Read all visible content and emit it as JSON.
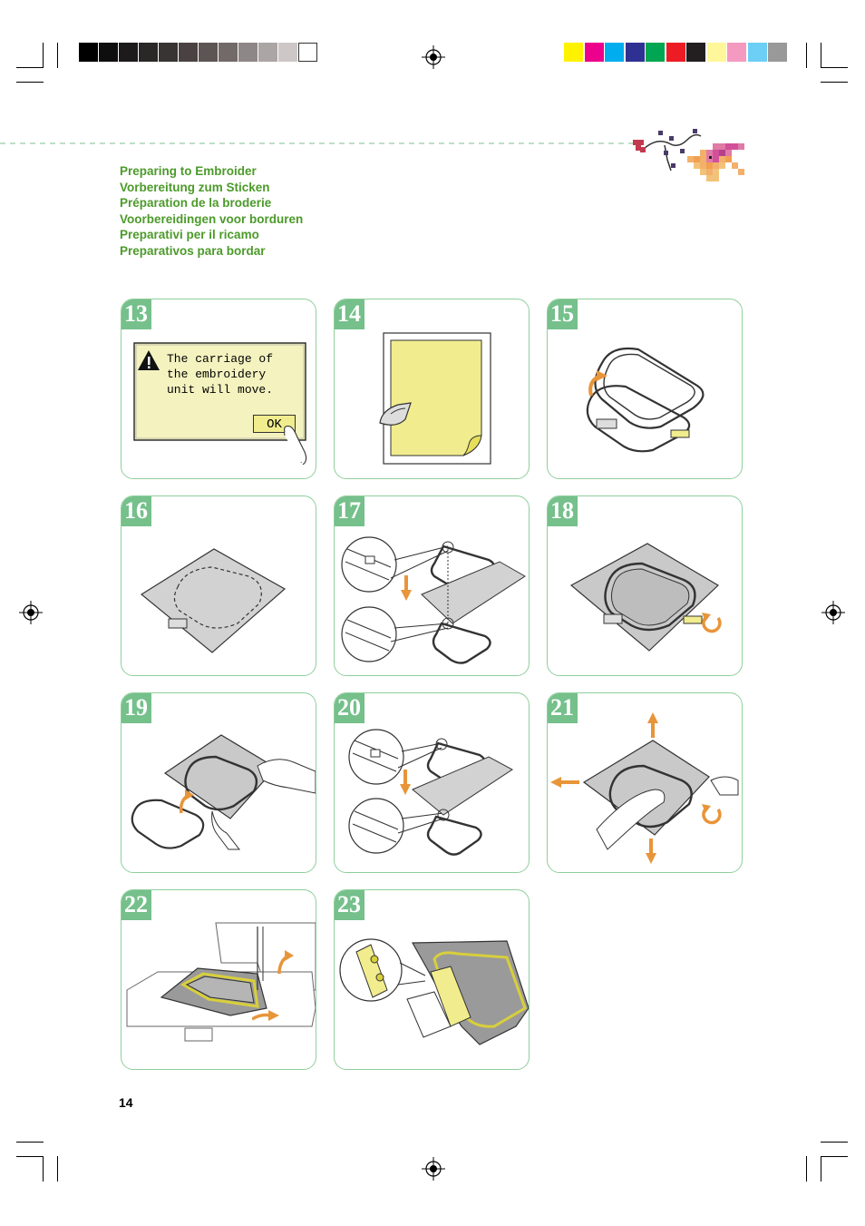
{
  "header": {
    "titles": [
      "Preparing to Embroider",
      "Vorbereitung zum Sticken",
      "Préparation de la broderie",
      "Voorbereidingen voor borduren",
      "Preparativi per il ricamo",
      "Preparativos para bordar"
    ],
    "gray_swatches": [
      "#000000",
      "#0e0e0e",
      "#1c1a1a",
      "#2a2727",
      "#393434",
      "#4a4242",
      "#5d5454",
      "#726969",
      "#8e8787",
      "#aba5a5",
      "#cdc7c7",
      "#ffffff"
    ],
    "color_swatches": [
      "#fff200",
      "#ec008c",
      "#00aeef",
      "#2e3192",
      "#00a651",
      "#ed1c24",
      "#231f20",
      "#fff799",
      "#f49ac1",
      "#6dcff6",
      "#999999"
    ]
  },
  "steps": [
    {
      "number": "13",
      "lcd": {
        "message": "The carriage of\nthe embroidery\nunit will move.",
        "button": "OK"
      }
    },
    {
      "number": "14"
    },
    {
      "number": "15"
    },
    {
      "number": "16"
    },
    {
      "number": "17"
    },
    {
      "number": "18"
    },
    {
      "number": "19"
    },
    {
      "number": "20"
    },
    {
      "number": "21"
    },
    {
      "number": "22"
    },
    {
      "number": "23"
    }
  ],
  "page_number": "14",
  "colors": {
    "accent_green": "#4c9a2a",
    "panel_border": "#8fcf9b",
    "badge_bg": "#75c08b",
    "arrow_orange": "#e8953a",
    "hoop_yellow": "#f1ed8e"
  },
  "icons": [
    "registration-mark-icon",
    "warning-icon",
    "iron-icon",
    "rotate-arrow-icon",
    "cross-stitch-bird-icon"
  ]
}
